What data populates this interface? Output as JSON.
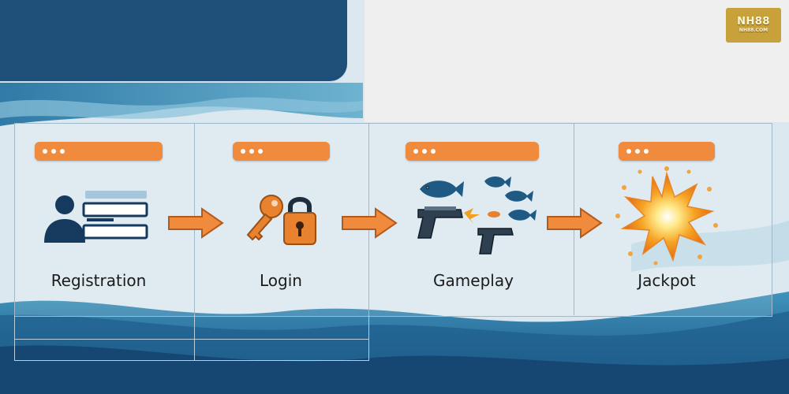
{
  "logo": {
    "text": "NH88",
    "subtext": "NH88.COM"
  },
  "colors": {
    "accent": "#f08a3c",
    "navy": "#1e4f78",
    "gold": "#c9a13a"
  },
  "steps": [
    {
      "label": "Registration",
      "icon": "user-form-icon"
    },
    {
      "label": "Login",
      "icon": "key-lock-icon"
    },
    {
      "label": "Gameplay",
      "icon": "fish-shooting-icon"
    },
    {
      "label": "Jackpot",
      "icon": "explosion-icon"
    }
  ],
  "arrow_icon": "right-arrow-icon"
}
